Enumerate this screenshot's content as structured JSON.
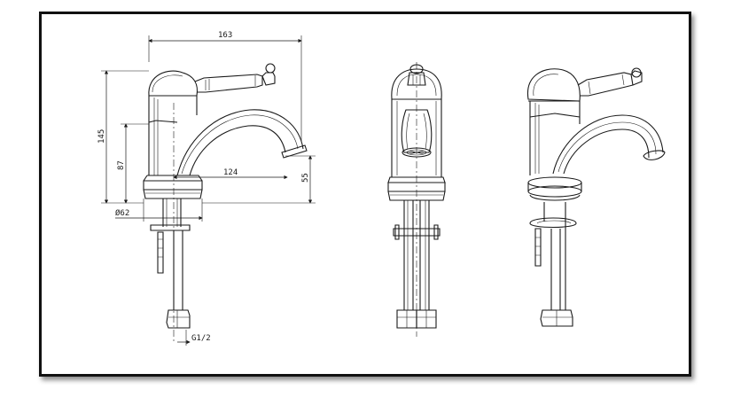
{
  "drawing": {
    "dimensions": {
      "width_total": "163",
      "height_total": "145",
      "height_spout": "87",
      "reach": "124",
      "height_outlet": "55",
      "base_diameter": "Ø62",
      "thread": "G1/2"
    }
  }
}
